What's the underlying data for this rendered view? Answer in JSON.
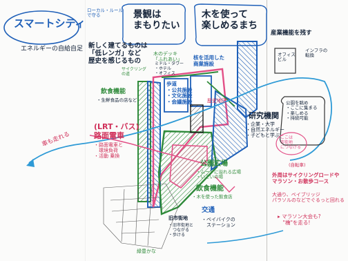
{
  "title": "スマートシティ",
  "subtitle": "エネルギーの自給自足",
  "bubble_landscape": "景観は\nまもりたい",
  "bubble_landscape_prefix": "ローカル・ルール\nで守る",
  "bubble_wood": "木を使って\n楽しめるまち",
  "wood_notes": "木のデッキ\n「ふれあい」",
  "left_block_title": "新しく建てるものは\n「低レンガ」など\n歴史を感じるもの",
  "dining_area": "飲食機能",
  "dining_area_sub": "・生鮮食品の店など",
  "left_note": "サイクリング\nの道",
  "route_title": "(LRT・バス)\n路面電車",
  "route_sub": "・路面電車と\n　環境負荷\n・活動 乗換",
  "arrow_left_label": "車も走れる",
  "top_center_box": "ミドル・タワー\n・ホテル\n・オフィス",
  "station_box": "歩道\n・公共施設\n・文化施設\n・会議施設",
  "upper_box": "核を活用した\n商業施設",
  "research_label": "研究機関",
  "research_sub": "・企業・大学\n・自然エネルギー\n・子どもと学ぶ",
  "mixed_box": "ここは\n市街地\nにつなげる",
  "top_right_header": "産業機能を残す",
  "top_right_box": "オフィス\nビル",
  "top_right_side": "インフラの\n転換",
  "right_bubble": "公園を眺め\n・ここに集まる\n・楽しめる\n・持続可能",
  "park_title": "公園広場",
  "park_sub": "・ムードに溢れる広場\n・いこいの場",
  "dining_bottom": "飲食機能",
  "dining_bottom_sub": "・木を使った飲食店",
  "transit_title": "交通",
  "transit_sub": "・ベイバイクの\n　ステーション",
  "old_area_title": "旧市街地",
  "old_area_sub": "・旧市街地と\n　つながる\n・歩ける",
  "bottom_label": "歴史地区",
  "bike_title": "(自転車)",
  "bike_text": "外周はサイクリングロードや\nマラソン・お散歩コース",
  "bike_text2": "大通り、ベイブリッジ\nパラソルのなどでぐるっと回れる",
  "bike_note": "▸ マラソン大会も?\n　\"橋\"を走る!",
  "south_label": "緑豊かな"
}
